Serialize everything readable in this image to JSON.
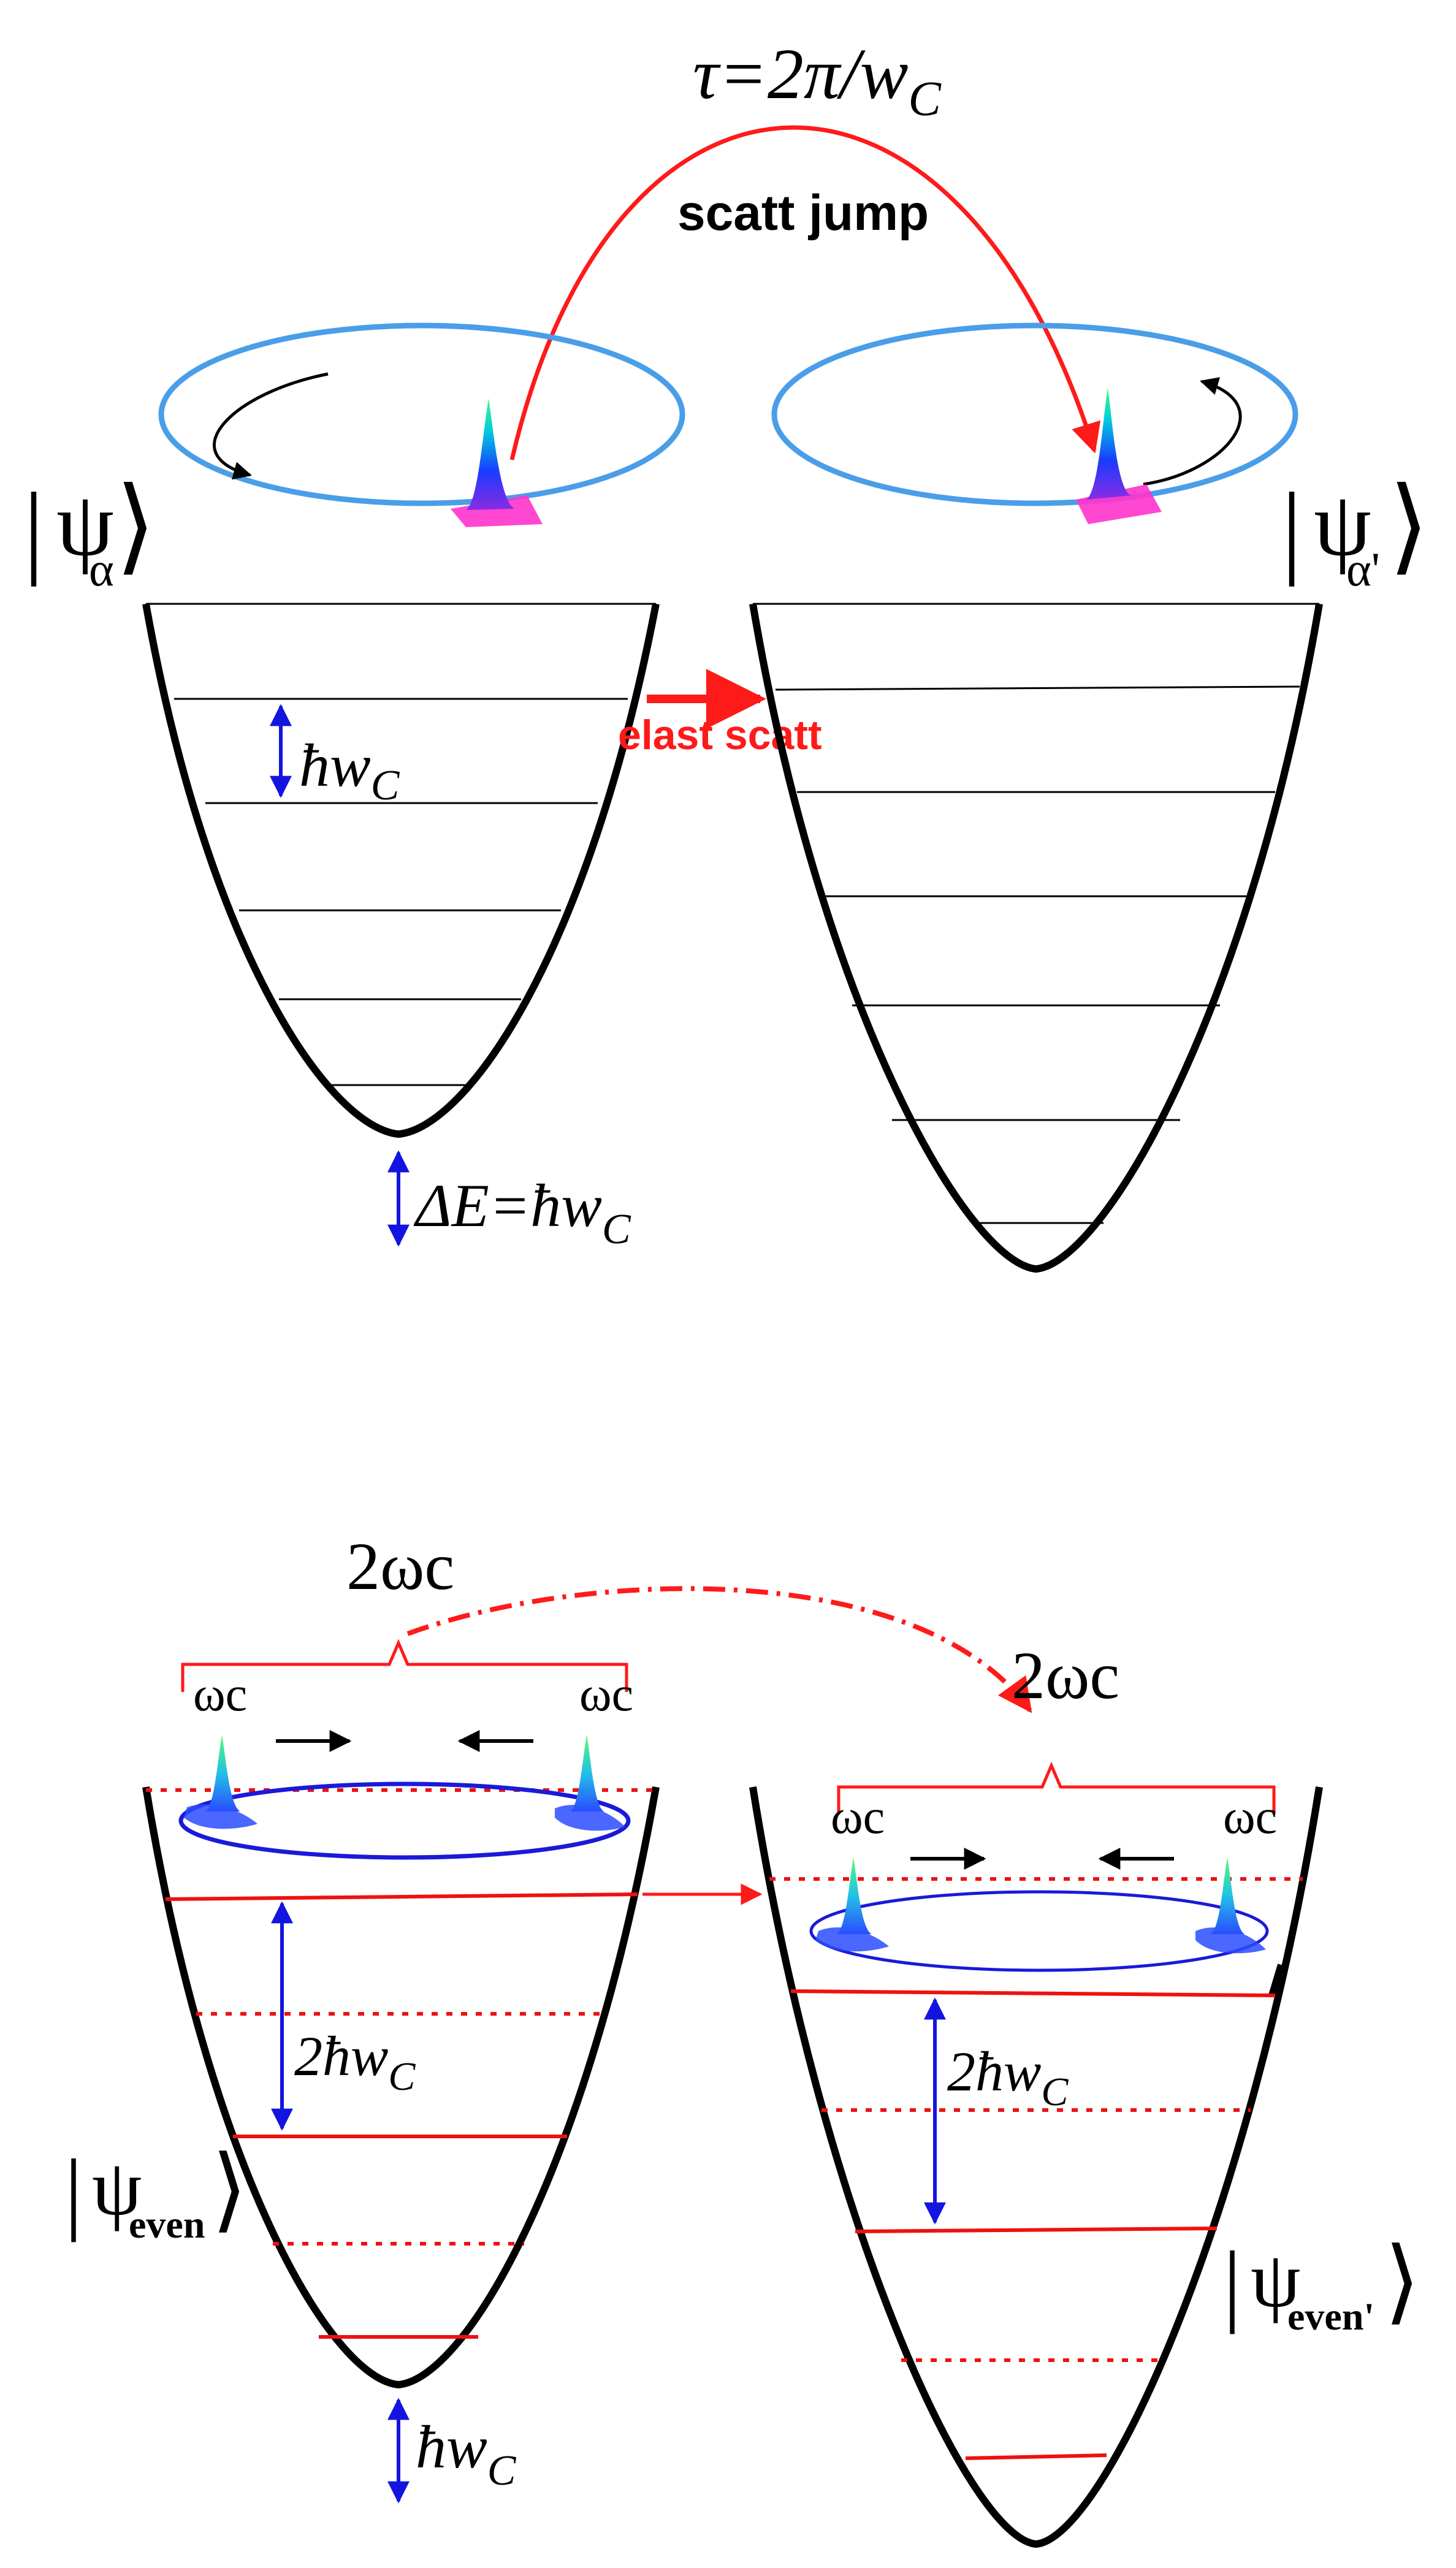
{
  "top": {
    "tau_label": "τ=2π/w",
    "tau_sub": "C",
    "jump_label": "scatt jump",
    "ket_left": {
      "psi": "ψ",
      "sub": "α"
    },
    "ket_right": {
      "psi": "ψ",
      "sub": "α'"
    },
    "spacing_label": "ħw",
    "spacing_sub": "C",
    "scatter_label": "elast scatt",
    "gap_label": "ΔE=ħw",
    "gap_sub": "C"
  },
  "bottom": {
    "pair_label_left": "2ωc",
    "pair_label_right": "2ωc",
    "omega_left_1": "ωc",
    "omega_left_2": "ωc",
    "omega_right_1": "ωc",
    "omega_right_2": "ωc",
    "ket_left": {
      "psi": "ψ",
      "sub": "even"
    },
    "ket_right": {
      "psi": "ψ",
      "sub": "even'"
    },
    "spacing_left": "2ħw",
    "spacing_left_sub": "C",
    "spacing_right": "2ħw",
    "spacing_right_sub": "C",
    "gap_label": "ħw",
    "gap_sub": "C"
  },
  "colors": {
    "orbit_top": "#4a9ee8",
    "orbit_bottom": "#1a1ad8",
    "jump": "#ff1a1a",
    "arrow_blue": "#1414e0",
    "well": "#000000",
    "level_top": "#000000",
    "level_bottom": "#ee1111",
    "packet_base": "#ff33cc"
  }
}
